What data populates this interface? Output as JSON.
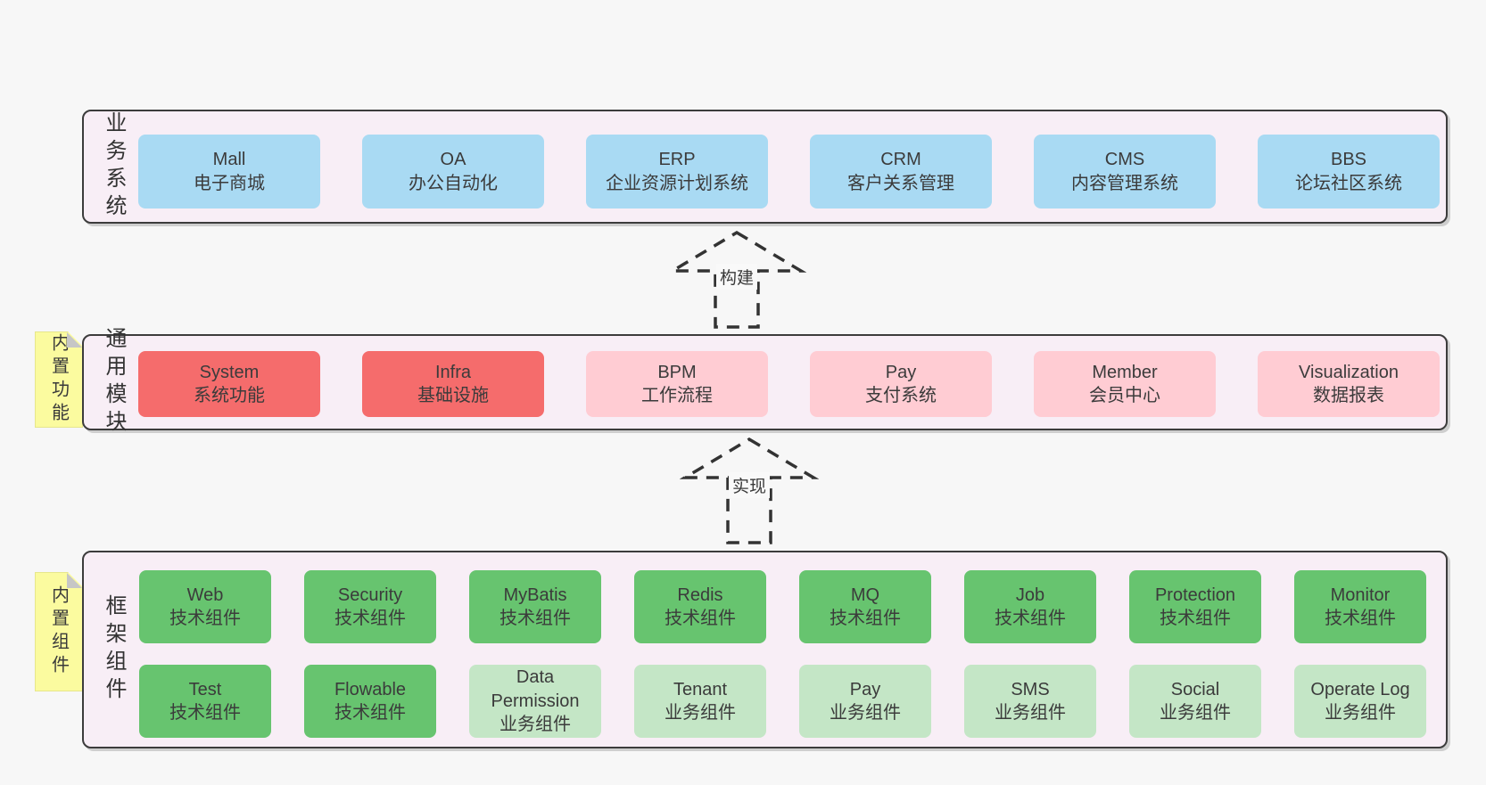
{
  "colors": {
    "page_bg": "#f7f7f7",
    "band_bg": "#f8eef6",
    "band_border": "#3c3c3c",
    "blue_box": "#a9daf3",
    "red_box": "#f56c6c",
    "pink_box": "#ffccd3",
    "green_box": "#67c46f",
    "light_green_box": "#c4e6c6",
    "note_yellow": "#fbfb9f",
    "text": "#3b3b3b"
  },
  "arrows": [
    {
      "label": "构建"
    },
    {
      "label": "实现"
    }
  ],
  "bands": [
    {
      "label": "业务系统",
      "boxes": [
        {
          "name": "Mall",
          "desc": "电子商城"
        },
        {
          "name": "OA",
          "desc": "办公自动化"
        },
        {
          "name": "ERP",
          "desc": "企业资源计划系统"
        },
        {
          "name": "CRM",
          "desc": "客户关系管理"
        },
        {
          "name": "CMS",
          "desc": "内容管理系统"
        },
        {
          "name": "BBS",
          "desc": "论坛社区系统"
        }
      ]
    },
    {
      "label": "通用模块",
      "note": "内置功能",
      "boxes": [
        {
          "name": "System",
          "desc": "系统功能"
        },
        {
          "name": "Infra",
          "desc": "基础设施"
        },
        {
          "name": "BPM",
          "desc": "工作流程"
        },
        {
          "name": "Pay",
          "desc": "支付系统"
        },
        {
          "name": "Member",
          "desc": "会员中心"
        },
        {
          "name": "Visualization",
          "desc": "数据报表"
        }
      ]
    },
    {
      "label": "框架组件",
      "note": "内置组件",
      "rows": [
        [
          {
            "name": "Web",
            "desc": "技术组件"
          },
          {
            "name": "Security",
            "desc": "技术组件"
          },
          {
            "name": "MyBatis",
            "desc": "技术组件"
          },
          {
            "name": "Redis",
            "desc": "技术组件"
          },
          {
            "name": "MQ",
            "desc": "技术组件"
          },
          {
            "name": "Job",
            "desc": "技术组件"
          },
          {
            "name": "Protection",
            "desc": "技术组件"
          },
          {
            "name": "Monitor",
            "desc": "技术组件"
          }
        ],
        [
          {
            "name": "Test",
            "desc": "技术组件"
          },
          {
            "name": "Flowable",
            "desc": "技术组件"
          },
          {
            "name": "Data Permission",
            "desc": "业务组件"
          },
          {
            "name": "Tenant",
            "desc": "业务组件"
          },
          {
            "name": "Pay",
            "desc": "业务组件"
          },
          {
            "name": "SMS",
            "desc": "业务组件"
          },
          {
            "name": "Social",
            "desc": "业务组件"
          },
          {
            "name": "Operate Log",
            "desc": "业务组件"
          }
        ]
      ]
    }
  ]
}
